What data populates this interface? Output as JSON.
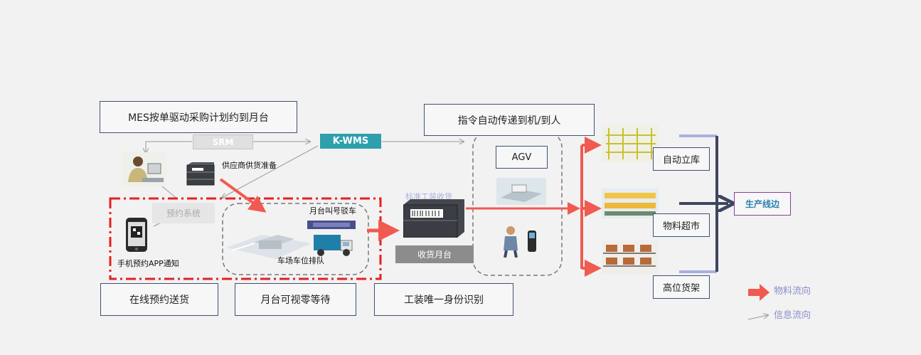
{
  "top_boxes": {
    "mes": "MES按单驱动采购计划约到月台",
    "instruction": "指令自动传递到机/到人"
  },
  "tags": {
    "srm": "SRM",
    "kwms": "K-WMS",
    "booking_system": "预约系统",
    "receiving_dock": "收货月台",
    "faint_title": "标准工装收货"
  },
  "labels": {
    "supplier_prep": "供应商供货准备",
    "dock_call": "月台叫号驳车",
    "yard_queue": "车场车位排队",
    "app_notice": "手机预约APP通知",
    "agv": "AGV"
  },
  "bottom_boxes": {
    "online_booking": "在线预约送货",
    "dock_visible": "月台可视零等待",
    "tooling_id": "工装唯一身份识别"
  },
  "storage": {
    "auto_warehouse": "自动立库",
    "material_market": "物料超市",
    "high_rack": "高位货架",
    "line_side": "生产线边"
  },
  "legend": {
    "material_flow": "物料流向",
    "info_flow": "信息流向"
  },
  "colors": {
    "material_arrow": "#f05a50",
    "kwms_bg": "#2e9fad",
    "box_border": "#3d4f7a",
    "line_side_border": "#8a3d9c",
    "legend_text": "#8a8fc9"
  }
}
